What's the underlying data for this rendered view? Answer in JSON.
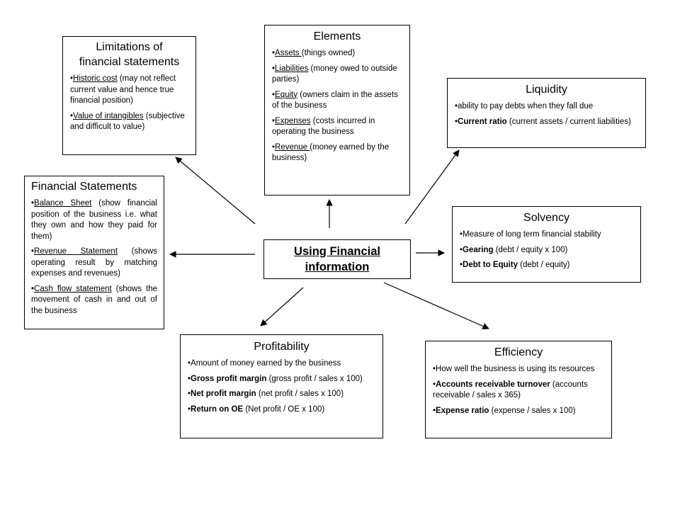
{
  "center": {
    "line1": "Using Financial",
    "line2": "information"
  },
  "limitations": {
    "title_line1": "Limitations of",
    "title_line2": "financial statements",
    "items": [
      {
        "key": "Historic cost",
        "rest": " (may not reflect current value and hence true financial position)"
      },
      {
        "key": "Value of intangibles",
        "rest": " (subjective and difficult to value)"
      }
    ]
  },
  "elements": {
    "title": "Elements",
    "items": [
      {
        "key": "Assets ",
        "rest": "(things owned)"
      },
      {
        "key": "Liabilities",
        "rest": " (money owed to outside parties)"
      },
      {
        "key": "Equity",
        "rest": " (owners claim in the assets of the business"
      },
      {
        "key": "Expenses",
        "rest": " (costs incurred in operating the business"
      },
      {
        "key": "Revenue ",
        "rest": "(money earned by the business)"
      }
    ]
  },
  "liquidity": {
    "title": "Liquidity",
    "items": [
      {
        "key": "",
        "rest": "ability to pay debts when they fall due"
      },
      {
        "key": "Current ratio",
        "rest": " (current assets / current liabilities)"
      }
    ]
  },
  "financial_statements": {
    "title": "Financial Statements",
    "items": [
      {
        "key": "Balance Sheet",
        "rest": " (show financial position of the business i.e. what they own and how they paid for them)"
      },
      {
        "key": "Revenue Statement",
        "rest": " (shows operating result by matching expenses and revenues)"
      },
      {
        "key": "Cash flow statement",
        "rest": " (shows the movement of cash in and out of the business"
      }
    ]
  },
  "solvency": {
    "title": "Solvency",
    "items": [
      {
        "key": "",
        "rest": "Measure of long term financial stability"
      },
      {
        "key": "Gearing",
        "rest": " (debt / equity x 100)"
      },
      {
        "key": "Debt to Equity",
        "rest": " (debt / equity)"
      }
    ]
  },
  "profitability": {
    "title": "Profitability",
    "items": [
      {
        "key": "",
        "rest": "Amount of money earned by the business"
      },
      {
        "key": "Gross profit margin",
        "rest": " (gross profit / sales x 100)"
      },
      {
        "key": "Net profit margin",
        "rest": " (net profit / sales x 100)"
      },
      {
        "key": "Return on OE",
        "rest": " (Net profit / OE x 100)"
      }
    ]
  },
  "efficiency": {
    "title": "Efficiency",
    "items": [
      {
        "key": "",
        "rest": "How well the business is using its resources"
      },
      {
        "key": "Accounts receivable turnover",
        "rest": " (accounts receivable / sales x 365)"
      },
      {
        "key": "Expense ratio",
        "rest": " (expense / sales x 100)"
      }
    ]
  }
}
